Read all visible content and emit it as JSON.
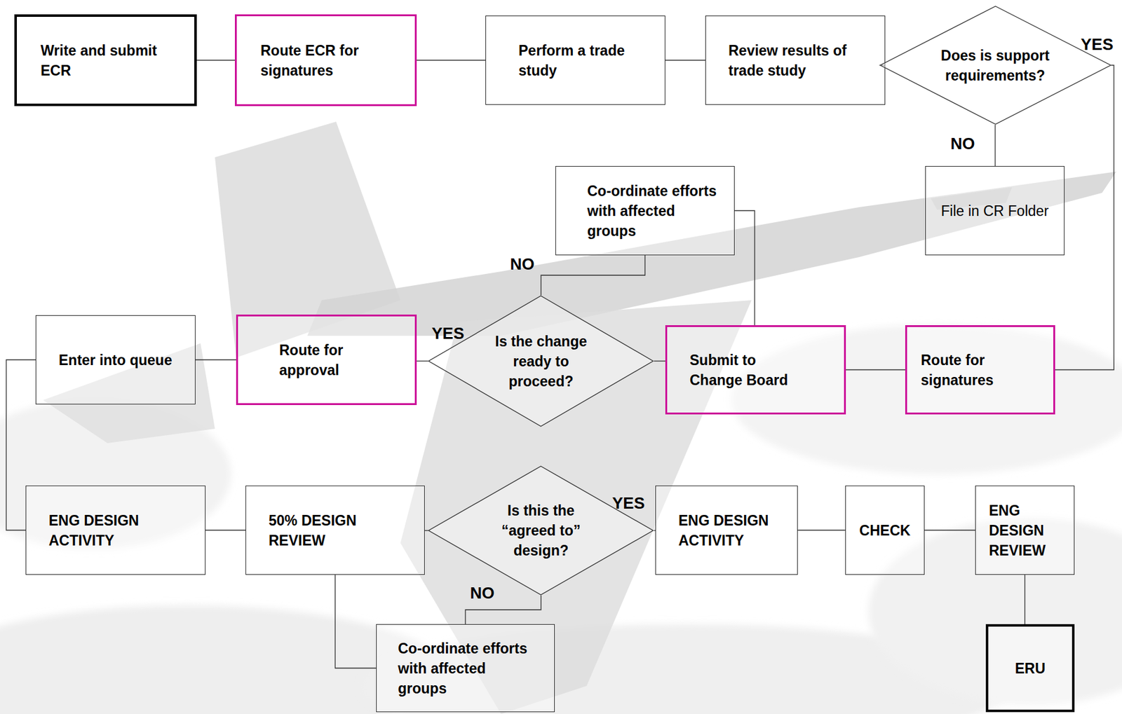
{
  "diagram": {
    "nodes": [
      {
        "text": [
          "Write and submit ECR"
        ]
      },
      {
        "text": [
          "Route ECR for signatures"
        ]
      },
      {
        "text": [
          "Perform a trade study"
        ]
      },
      {
        "text": [
          "Review results of trade study"
        ]
      },
      {
        "text": [
          "Does is support requirements?"
        ]
      },
      {
        "text": [
          "Co-ordinate efforts with affected groups"
        ]
      },
      {
        "text": [
          "File in CR Folder"
        ]
      },
      {
        "text": [
          "Enter into queue"
        ]
      },
      {
        "text": [
          "Route for approval"
        ]
      },
      {
        "text": [
          "Is the change ready to proceed?"
        ]
      },
      {
        "text": [
          "Submit to Change Board"
        ]
      },
      {
        "text": [
          "Route for signatures"
        ]
      },
      {
        "text": [
          "ENG DESIGN ACTIVITY"
        ]
      },
      {
        "text": [
          "50% DESIGN REVIEW"
        ]
      },
      {
        "text": [
          "Is this the “agreed to” design?"
        ]
      },
      {
        "text": [
          "ENG DESIGN ACTIVITY"
        ]
      },
      {
        "text": [
          "CHECK"
        ]
      },
      {
        "text": [
          "ENG DESIGN REVIEW"
        ]
      },
      {
        "text": [
          "Co-ordinate efforts with affected groups"
        ]
      },
      {
        "text": [
          "ERU"
        ]
      }
    ],
    "edges": [
      {
        "from": 0,
        "to": 1,
        "arrow": "none"
      },
      {
        "from": 1,
        "to": 2,
        "arrow": "none"
      },
      {
        "from": 2,
        "to": 3,
        "arrow": "none"
      },
      {
        "from": 3,
        "to": 4,
        "arrow": "none"
      },
      {
        "from": 4,
        "to": 11,
        "label": "YES",
        "arrow": "none"
      },
      {
        "from": 4,
        "to": 6,
        "label": "NO",
        "arrow": "none"
      },
      {
        "from": 11,
        "to": 10,
        "arrow": "none"
      },
      {
        "from": 10,
        "to": 9,
        "arrow": "none"
      },
      {
        "from": 9,
        "to": 8,
        "label": "YES",
        "arrow": "none"
      },
      {
        "from": 9,
        "to": 5,
        "label": "NO",
        "arrow": "none"
      },
      {
        "from": 5,
        "to": 10,
        "arrow": "none"
      },
      {
        "from": 8,
        "to": 7,
        "arrow": "none"
      },
      {
        "from": 7,
        "to": 12,
        "arrow": "none"
      },
      {
        "from": 12,
        "to": 13,
        "arrow": "none"
      },
      {
        "from": 13,
        "to": 14,
        "arrow": "none"
      },
      {
        "from": 14,
        "to": 15,
        "label": "YES",
        "arrow": "none"
      },
      {
        "from": 14,
        "to": 18,
        "label": "NO",
        "arrow": "none"
      },
      {
        "from": 18,
        "to": 13,
        "arrow": "none"
      },
      {
        "from": 15,
        "to": 16,
        "arrow": "none"
      },
      {
        "from": 16,
        "to": 17,
        "arrow": "none"
      },
      {
        "from": 17,
        "to": 19,
        "arrow": "none"
      }
    ]
  }
}
